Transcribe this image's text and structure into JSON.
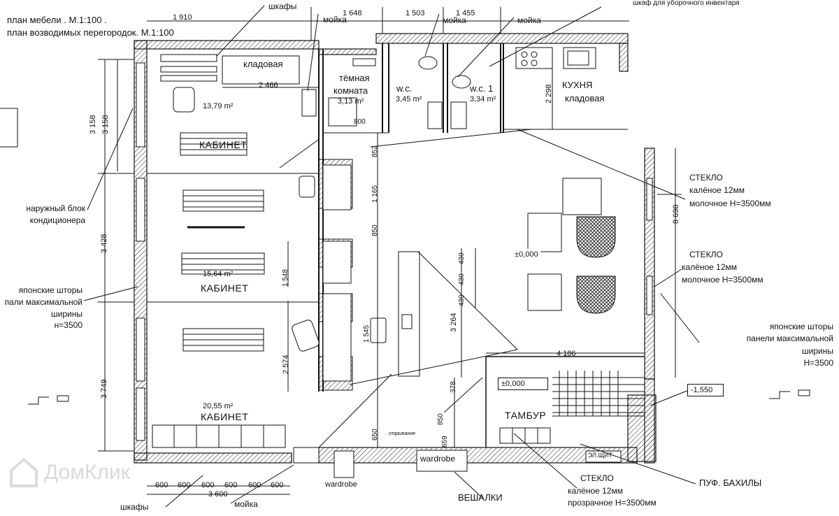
{
  "header": {
    "scale_line_1": "план мебели . М.1:100 .",
    "scale_line_2": "план возводимых перегородок. М.1:100",
    "top_right_note": "шкаф для уборочного инвентаря"
  },
  "rooms": {
    "storage_top": "кладовая",
    "darkroom_line1": "тёмная",
    "darkroom_line2": "комната",
    "darkroom_area": "3,13 m²",
    "wc1_name": "w.c.",
    "wc1_area": "3,45 m²",
    "wc2_name": "w.c. 1",
    "wc2_area": "3,34 m²",
    "kitchen": "КУХНЯ",
    "kitchen_storage": "кладовая",
    "office1_area": "13,79 m²",
    "office1_name": "КАБИНЕТ",
    "office2_area": "15,64 m²",
    "office2_name": "КАБИНЕТ",
    "office3_area": "20,55 m²",
    "office3_name": "КАБИНЕТ",
    "vestibule": "ТАМБУР"
  },
  "labels": {
    "cabinets_top": "шкафы",
    "sink_top_1": "мойка",
    "sink_top_2": "мойка",
    "sink_top_3": "мойка",
    "glass1_l1": "СТЕКЛО",
    "glass1_l2": "калёное 12мм",
    "glass1_l3": "молочное Н=3500мм",
    "glass2_l1": "СТЕКЛО",
    "glass2_l2": "калёное 12мм",
    "glass2_l3": "молочное Н=3500мм",
    "ac_l1": "наружный блок",
    "ac_l2": "кондиционера",
    "blinds_left_l1": "японские шторы",
    "blinds_left_l2": "пали максимальной",
    "blinds_left_l3": "ширины",
    "blinds_left_l4": "н=3500",
    "blinds_right_l1": "японские шторы",
    "blinds_right_l2": "панели максимальной",
    "blinds_right_l3": "ширины",
    "blinds_right_l4": "Н=3500",
    "level_0_a": "±0,000",
    "level_0_b": "±0,000",
    "level_minus": "-1,550",
    "opening": "открывание",
    "wardrobe_1": "wardrobe",
    "wardrobe_2": "wardrobe",
    "cabinets_bottom": "шкафы",
    "sink_bottom": "мойка",
    "hangers": "ВЕШАЛКИ",
    "glass3_l1": "СТЕКЛО",
    "glass3_l2": "калёное 12мм",
    "glass3_l3": "прозрачное Н=3500мм",
    "shoe_covers": "ПУФ. БАХИЛЫ",
    "panel": "ЭЛ.ЩИТ",
    "watermark": "ДомКлик"
  },
  "dimensions": {
    "d1910": "1 910",
    "d1648": "1 648",
    "d1503": "1 503",
    "d1455": "1 455",
    "d2466": "2 466",
    "d2298": "2 298",
    "d800": "800",
    "d852": "852",
    "d1165": "1 165",
    "d850a": "850",
    "d1548": "1 548",
    "d2574": "2 574",
    "d1545": "1 545",
    "d430a": "430",
    "d430b": "430",
    "d430c": "430",
    "d3264": "3 264",
    "d378": "378",
    "d850b": "850",
    "d650": "650",
    "d659": "659",
    "d4186": "4 186",
    "d8698": "8 698",
    "d3158a": "3 158",
    "d3158b": "3 158",
    "d3428": "3 428",
    "d3749": "3 749",
    "d600_1": "600",
    "d600_2": "600",
    "d600_3": "600",
    "d600_4": "600",
    "d600_5": "600",
    "d600_6": "600",
    "d3600": "3 600"
  }
}
